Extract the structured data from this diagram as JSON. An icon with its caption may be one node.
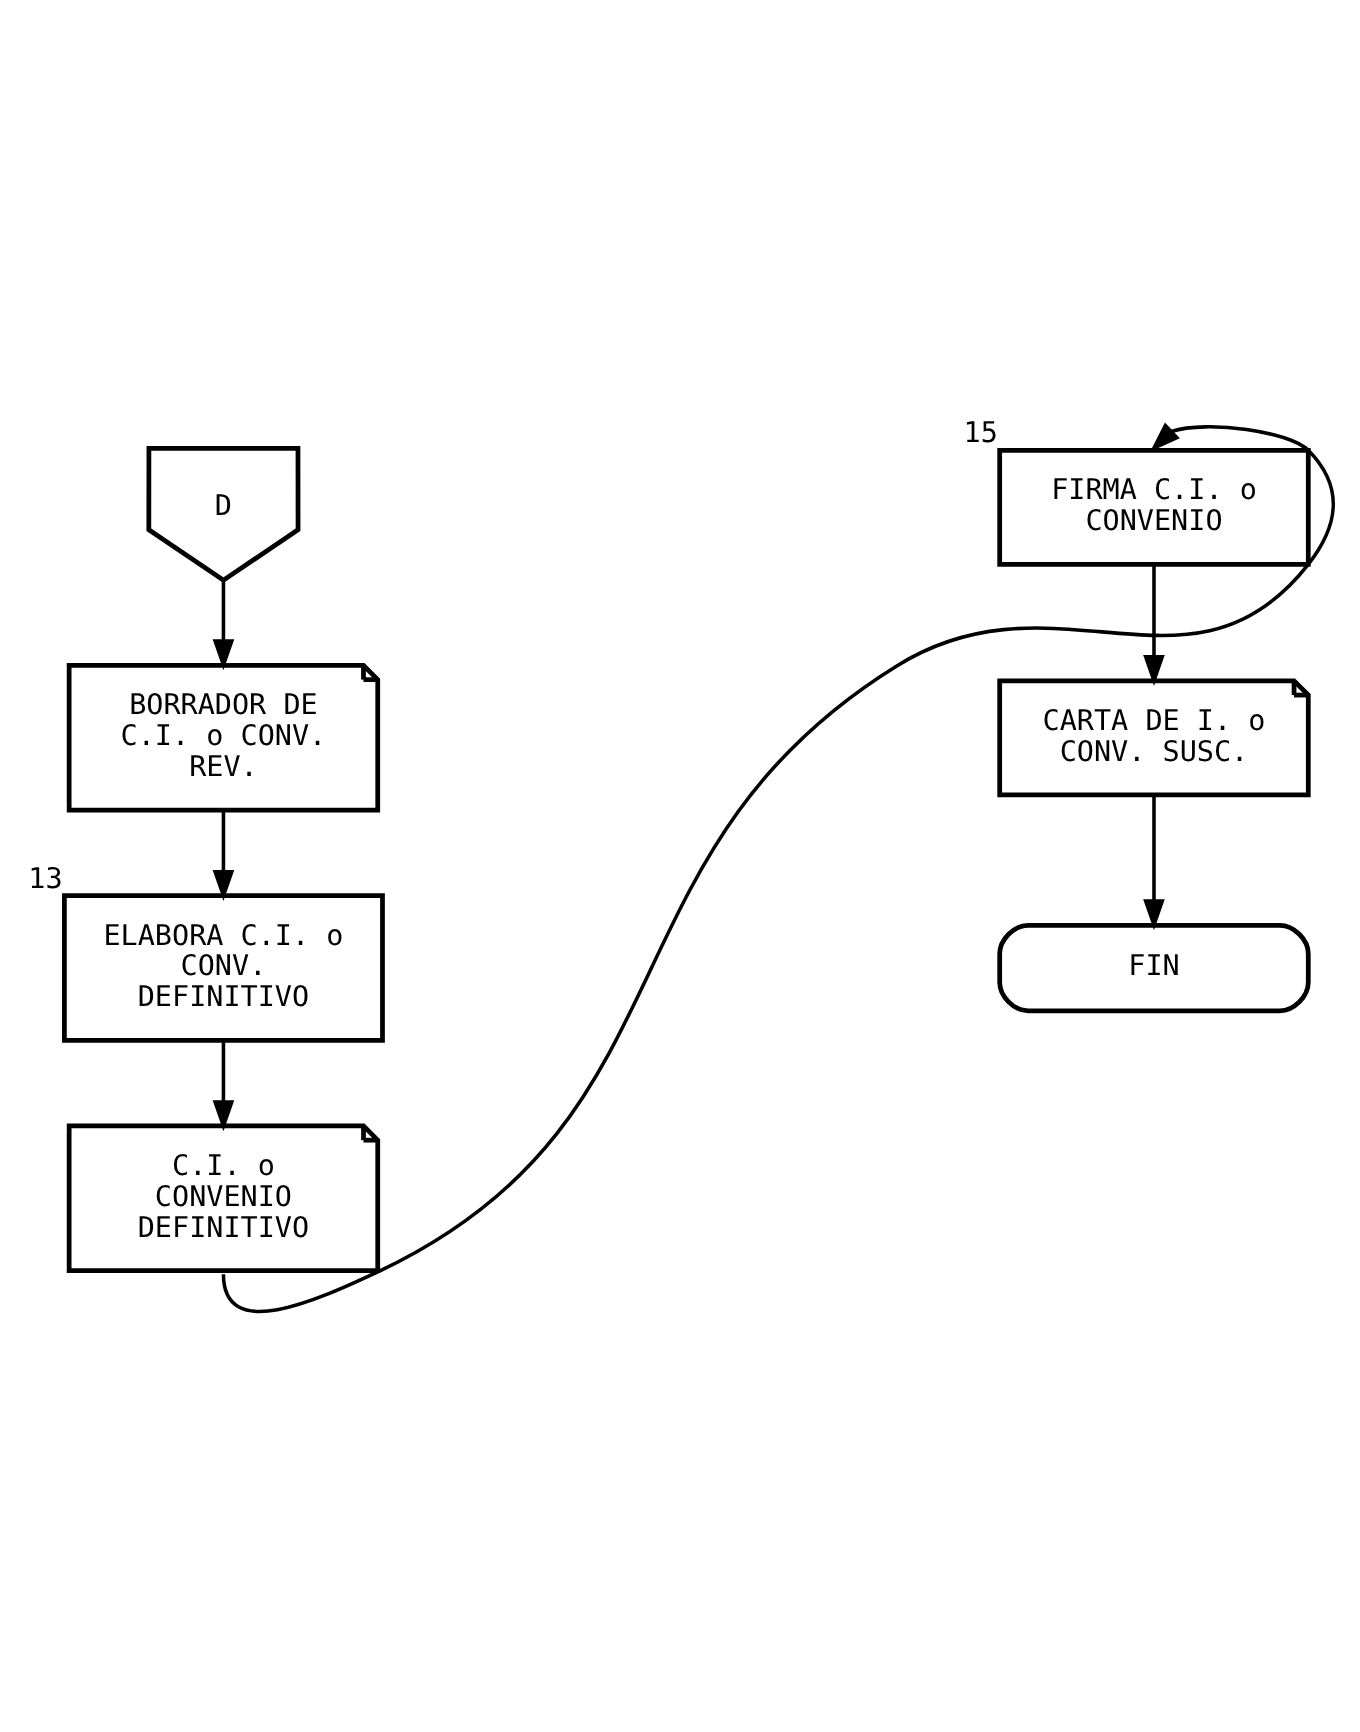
{
  "diagram": {
    "nodes": [
      {
        "text": [
          "D"
        ]
      },
      {
        "text": [
          "BORRADOR DE C.I. o CONV. REV."
        ]
      },
      {
        "text": [
          "ELABORA C.I. o CONV. DEFINITIVO"
        ],
        "beside": [
          "13"
        ]
      },
      {
        "text": [
          "C.I. o CONVENIO DEFINITIVO"
        ]
      },
      {
        "text": [
          "FIRMA C.I. o CONVENIO"
        ],
        "beside": [
          "15"
        ]
      },
      {
        "text": [
          "CARTA DE I. o CONV. SUSC."
        ]
      },
      {
        "text": [
          "FIN"
        ]
      }
    ],
    "edges": [
      {
        "from": 0,
        "to": 1,
        "arrow": "to"
      },
      {
        "from": 1,
        "to": 2,
        "arrow": "to"
      },
      {
        "from": 2,
        "to": 3,
        "arrow": "to"
      },
      {
        "from": 3,
        "to": 4,
        "arrow": "to"
      },
      {
        "from": 4,
        "to": 5,
        "arrow": "to"
      },
      {
        "from": 5,
        "to": 6,
        "arrow": "to"
      }
    ]
  }
}
